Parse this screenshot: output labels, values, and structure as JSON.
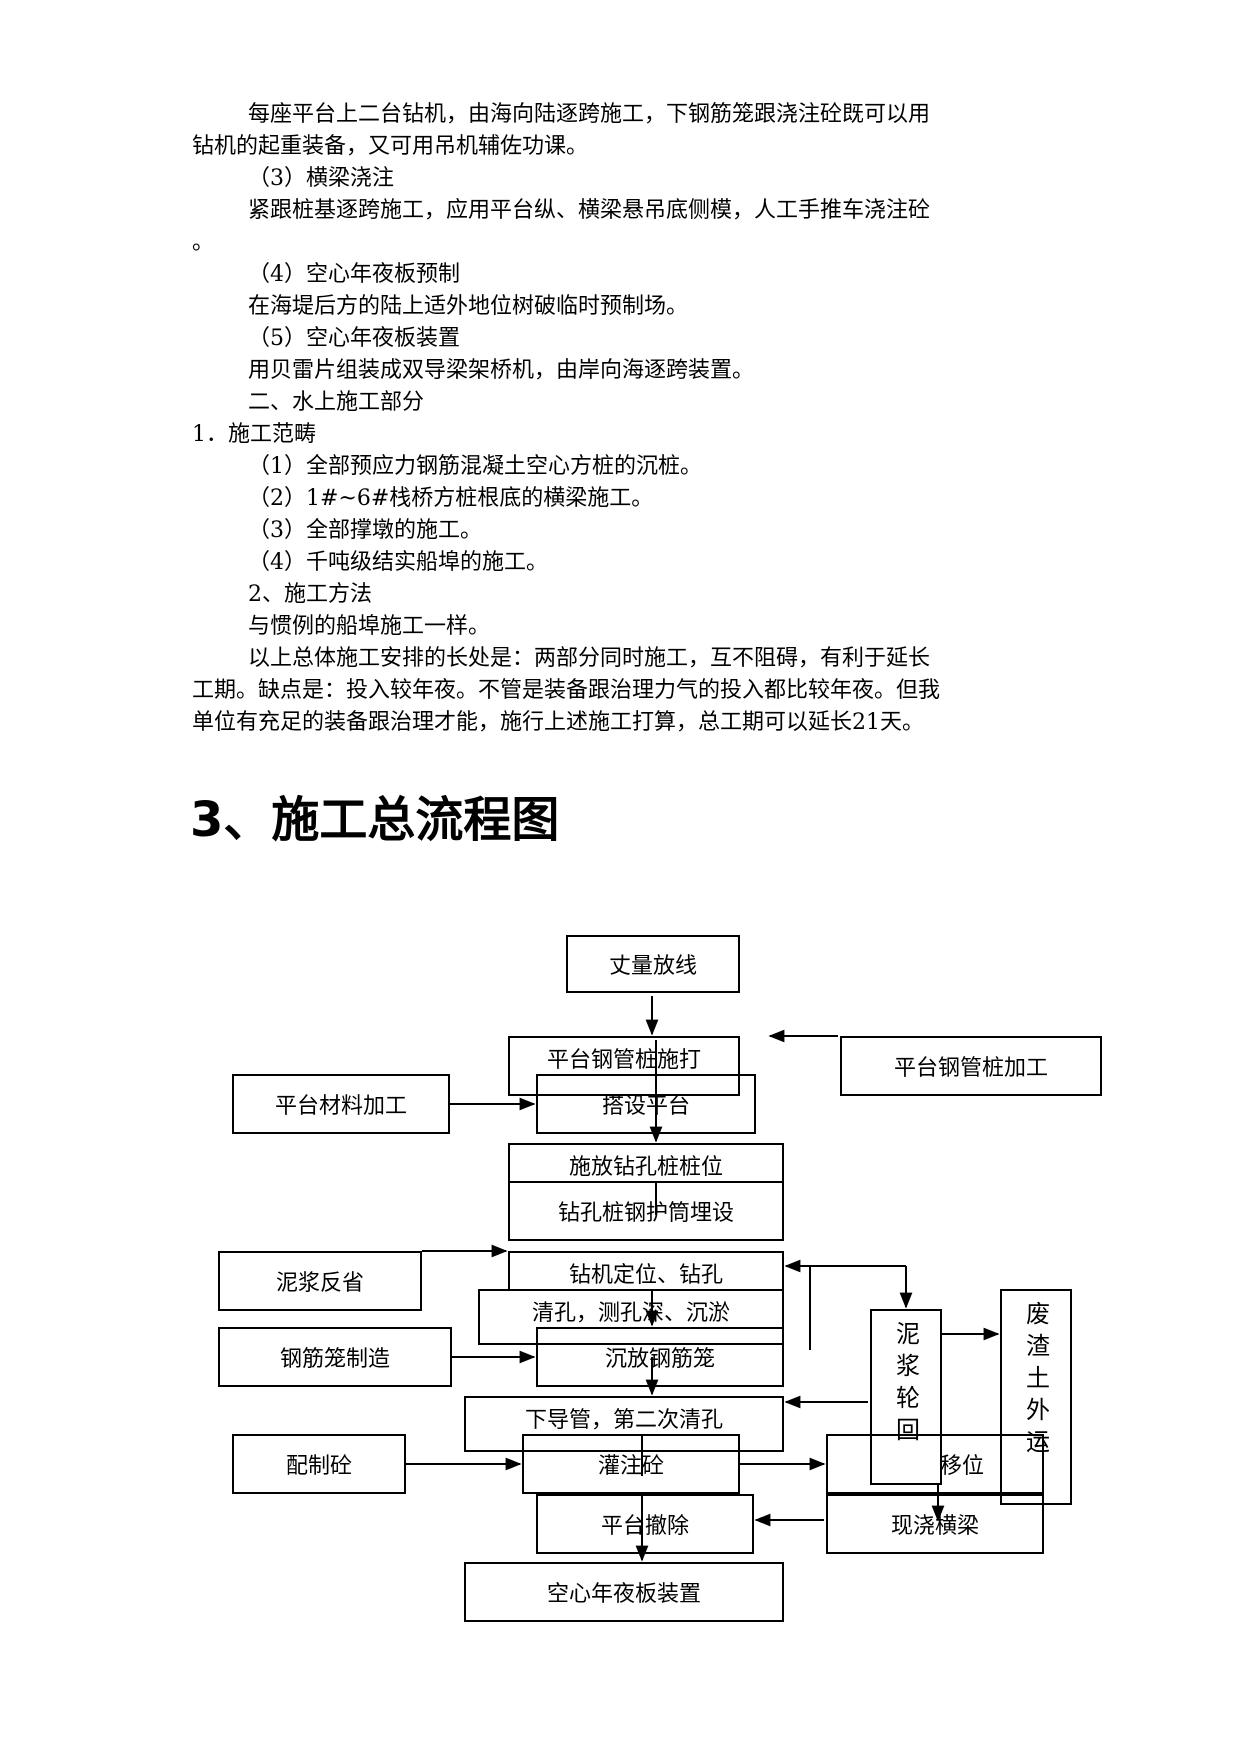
{
  "text": {
    "p1a": "每座平台上二台钻机，由海向陆逐跨施工，下钢筋笼跟浇注砼既可以用",
    "p1b": "钻机的起重装备，又可用吊机辅佐功课。",
    "s3": "（3）横梁浇注",
    "p3a": "紧跟桩基逐跨施工，应用平台纵、横梁悬吊底侧模，人工手推车浇注砼",
    "p3b": "。",
    "s4": "（4）空心年夜板预制",
    "p4": "在海堤后方的陆上适外地位树破临时预制场。",
    "s5": "（5）空心年夜板装置",
    "p5": "用贝雷片组装成双导梁架桥机，由岸向海逐跨装置。",
    "sec2": "二、水上施工部分",
    "n1": "1．施工范畴",
    "i1": "（1）全部预应力钢筋混凝土空心方桩的沉桩。",
    "i2": "（2）1#~6#栈桥方桩根底的横梁施工。",
    "i3": "（3）全部撑墩的施工。",
    "i4": "（4）千吨级结实船埠的施工。",
    "m2": "2、施工方法",
    "m2p": "与惯例的船埠施工一样。",
    "sum1": "以上总体施工安排的长处是：两部分同时施工，互不阻碍，有利于延长",
    "sum2": "工期。缺点是：投入较年夜。不管是装备跟治理力气的投入都比较年夜。但我",
    "sum3": "单位有充足的装备跟治理才能，施行上述施工打算，总工期可以延长21天。"
  },
  "heading": "3、施工总流程图",
  "flow": {
    "survey": "丈量放线",
    "pile_drive": "平台钢管桩施打",
    "pile_fab": "平台钢管桩加工",
    "mat_fab": "平台材料加工",
    "erect": "搭设平台",
    "layout": "施放钻孔桩桩位",
    "casing": "钻孔桩钢护筒埋设",
    "mud_return": "泥浆反省",
    "drill": "钻机定位、钻孔",
    "clean": "清孔，测孔深、沉淤",
    "cage_make": "钢筋笼制造",
    "cage_sink": "沉放钢筋笼",
    "tremie": "下导管，第二次清孔",
    "mix": "配制砼",
    "pour": "灌注砼",
    "move": "移位",
    "remove": "平台撤除",
    "beam": "现浇横梁",
    "slab": "空心年夜板装置",
    "mud_cycle": "泥浆轮回",
    "waste": "废渣土外运"
  }
}
